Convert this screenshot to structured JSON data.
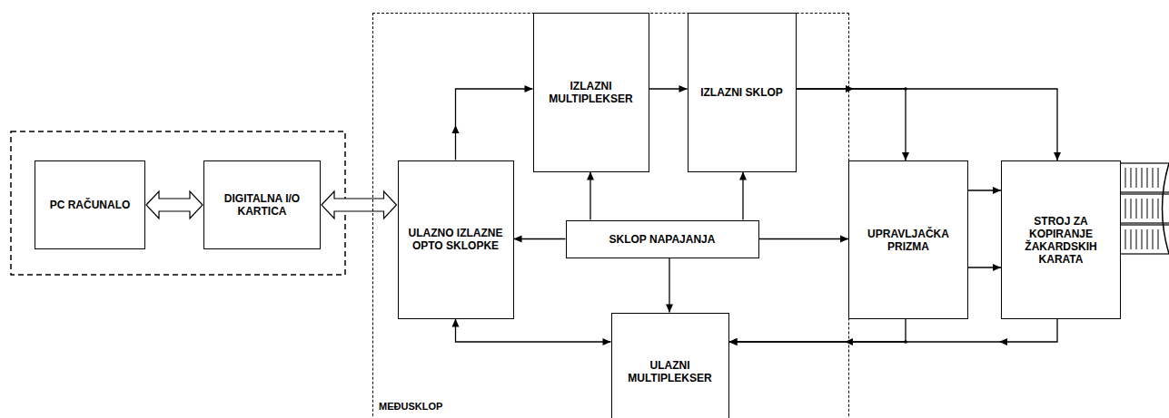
{
  "diagram": {
    "nodes": [
      {
        "text": [
          "PC RAČUNALO"
        ]
      },
      {
        "text": [
          "DIGITALNA I/O KARTICA"
        ]
      },
      {
        "text": [
          "MEĐUSKLOP"
        ]
      },
      {
        "text": [
          "ULAZNO IZLAZNE OPTO SKLOPKE"
        ],
        "in": 2
      },
      {
        "text": [
          "IZLAZNI MULTIPLEKSER"
        ],
        "in": 2
      },
      {
        "text": [
          "IZLAZNI SKLOP"
        ],
        "in": 2
      },
      {
        "text": [
          "SKLOP NAPAJANJA"
        ],
        "in": 2
      },
      {
        "text": [
          "ULAZNI MULTIPLEKSER"
        ],
        "in": 2
      },
      {
        "text": [
          "UPRAVLJAČKA PRIZMA"
        ]
      },
      {
        "text": [
          "STROJ ZA KOPIRANJE ŽAKARDSKIH KARATA"
        ]
      }
    ],
    "edges": [
      {
        "from": 0,
        "to": 1,
        "arrow": "both"
      },
      {
        "from": 1,
        "to": 3,
        "arrow": "both"
      },
      {
        "from": 3,
        "to": 4,
        "arrow": "to"
      },
      {
        "from": 4,
        "to": 5,
        "arrow": "to"
      },
      {
        "from": 6,
        "to": 3,
        "arrow": "to"
      },
      {
        "from": 6,
        "to": 4,
        "arrow": "to"
      },
      {
        "from": 6,
        "to": 5,
        "arrow": "to"
      },
      {
        "from": 6,
        "to": 7,
        "arrow": "to"
      },
      {
        "from": 6,
        "to": 8,
        "arrow": "to"
      },
      {
        "from": 5,
        "to": 8,
        "arrow": "to"
      },
      {
        "from": 5,
        "to": 9,
        "arrow": "to"
      },
      {
        "from": 8,
        "to": 9,
        "arrow": "to"
      },
      {
        "from": 8,
        "to": 9,
        "arrow": "to"
      },
      {
        "from": 8,
        "to": 7,
        "arrow": "to"
      },
      {
        "from": 9,
        "to": 7,
        "arrow": "to"
      },
      {
        "from": 3,
        "to": 7,
        "arrow": "both"
      }
    ]
  }
}
